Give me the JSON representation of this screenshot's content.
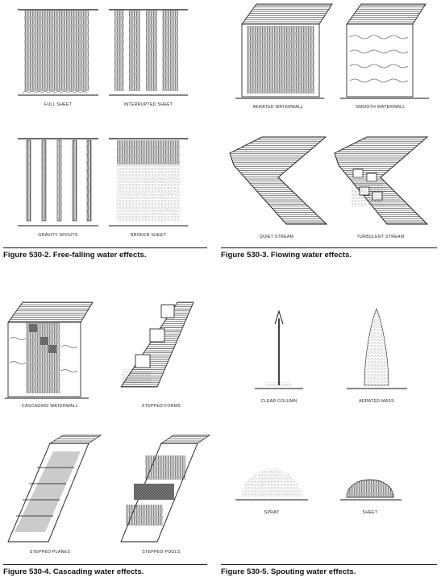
{
  "figures": [
    {
      "id": "530-2",
      "caption": "Figure 530-2.  Free-falling water effects.",
      "panels": [
        "FULL SHEET",
        "INTERRUPTED SHEET",
        "GRAVITY SPOUTS",
        "BROKEN SHEET"
      ]
    },
    {
      "id": "530-3",
      "caption": "Figure 530-3.  Flowing water effects.",
      "panels": [
        "AERATED WATERWALL",
        "SMOOTH WATERWALL",
        "QUIET STREAM",
        "TURBULENT STREAM"
      ]
    },
    {
      "id": "530-4",
      "caption": "Figure 530-4.  Cascading water effects.",
      "panels": [
        "CASCADING WATERWALL",
        "STEPPED FORMS",
        "STEPPED PLANES",
        "STEPPED POOLS"
      ]
    },
    {
      "id": "530-5",
      "caption": "Figure 530-5.  Spouting water effects.",
      "panels": [
        "CLEAR COLUMN",
        "AERATED MASS",
        "SPRAY",
        "SHEET"
      ]
    }
  ]
}
